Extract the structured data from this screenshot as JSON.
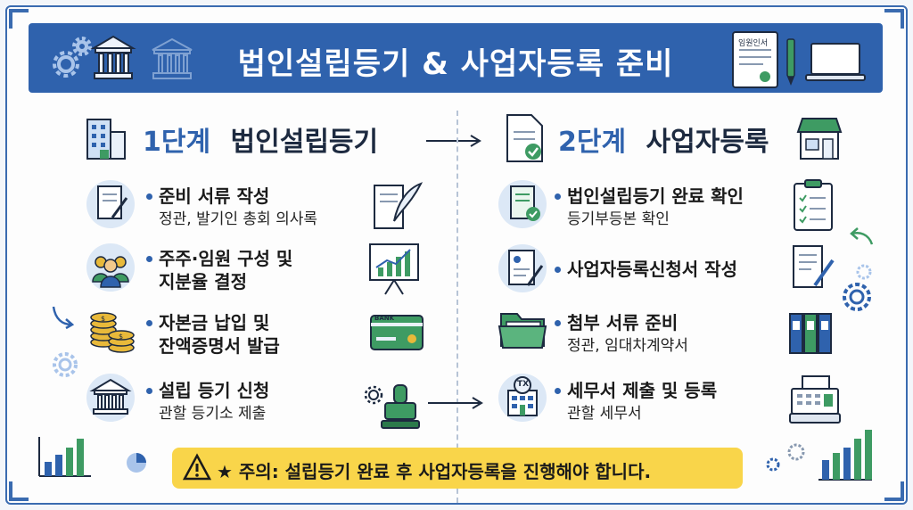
{
  "header": {
    "title": "법인설립등기 & 사업자등록 준비",
    "doc_label": "임원인서"
  },
  "step1": {
    "step": "1단계",
    "name": "법인설립등기",
    "items": [
      {
        "title": "준비 서류 작성",
        "sub": "정관, 발기인 총회 의사록"
      },
      {
        "title": "주주·임원 구성 및",
        "title2": "지분율 결정"
      },
      {
        "title": "자본금 납입 및",
        "title2": "잔액증명서 발급"
      },
      {
        "title": "설립 등기 신청",
        "sub": "관할 등기소 제출"
      }
    ],
    "bank_card_label": "BANK"
  },
  "step2": {
    "step": "2단계",
    "name": "사업자등록",
    "items": [
      {
        "title": "법인설립등기 완료 확인",
        "sub": "등기부등본 확인"
      },
      {
        "title": "사업자등록신청서 작성"
      },
      {
        "title": "첨부 서류 준비",
        "sub": "정관, 임대차계약서"
      },
      {
        "title": "세무서 제출 및 등록",
        "sub": "관할 세무서"
      }
    ],
    "tax_office_label": "TX"
  },
  "warning": {
    "text": "★ 주의: 설립등기 완료 후 사업자등록을 진행해야 합니다."
  },
  "colors": {
    "primary": "#2f62ad",
    "accent_green": "#3e9b63",
    "warning_bg": "#f9d54a",
    "coin": "#e8b93a"
  }
}
